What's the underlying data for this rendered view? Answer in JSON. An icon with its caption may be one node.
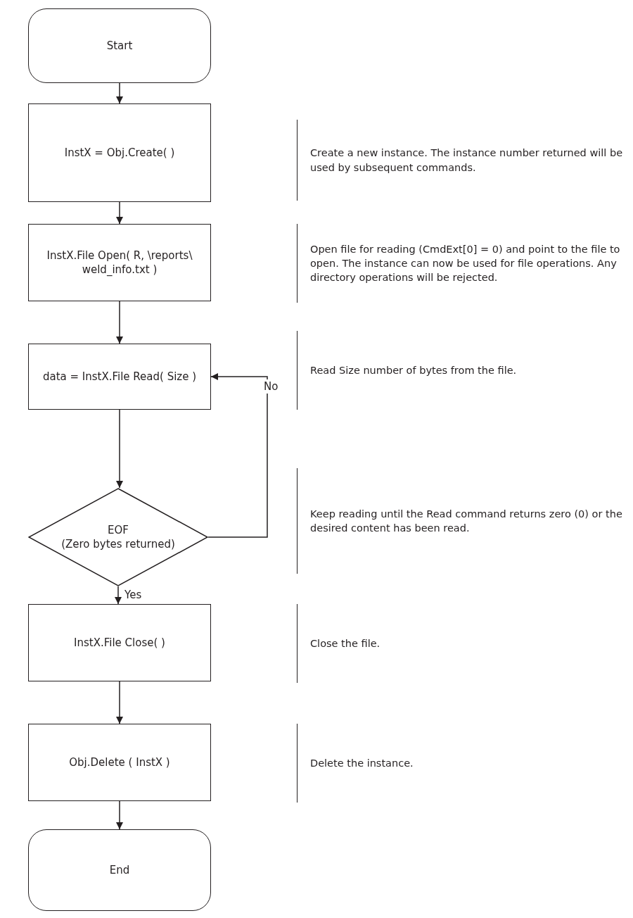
{
  "diagram": {
    "nodes": [
      {
        "text": [
          "Start"
        ]
      },
      {
        "text": [
          "InstX = Obj.Create( )"
        ]
      },
      {
        "text": [
          "InstX.File Open( R, \\reports\\ weld_info.txt )"
        ]
      },
      {
        "text": [
          "data = InstX.File Read( Size )"
        ]
      },
      {
        "text": [
          "EOF",
          "(Zero bytes returned)"
        ]
      },
      {
        "text": [
          "InstX.File Close( )"
        ]
      },
      {
        "text": [
          "Obj.Delete ( InstX )"
        ]
      },
      {
        "text": [
          "End"
        ]
      }
    ],
    "edges": [
      {
        "from": 0,
        "to": 1,
        "arrow": "to"
      },
      {
        "from": 1,
        "to": 2,
        "arrow": "to"
      },
      {
        "from": 2,
        "to": 3,
        "arrow": "to"
      },
      {
        "from": 3,
        "to": 4,
        "arrow": "to"
      },
      {
        "from": 4,
        "to": 3,
        "arrow": "to",
        "label": "No"
      },
      {
        "from": 4,
        "to": 5,
        "arrow": "to",
        "label": "Yes"
      },
      {
        "from": 5,
        "to": 6,
        "arrow": "to"
      },
      {
        "from": 6,
        "to": 7,
        "arrow": "to"
      }
    ],
    "labels": [
      "Create a new instance. The instance number returned will be used by subsequent commands.",
      "Open file for reading (CmdExt[0] = 0) and point to the file to open. The instance can now be used for file operations. Any directory operations will be rejected.",
      "Read Size number of bytes from the file.",
      "Keep reading until the Read command returns zero (0) or the desired content has been read.",
      "Close the file.",
      "Delete the instance."
    ]
  }
}
